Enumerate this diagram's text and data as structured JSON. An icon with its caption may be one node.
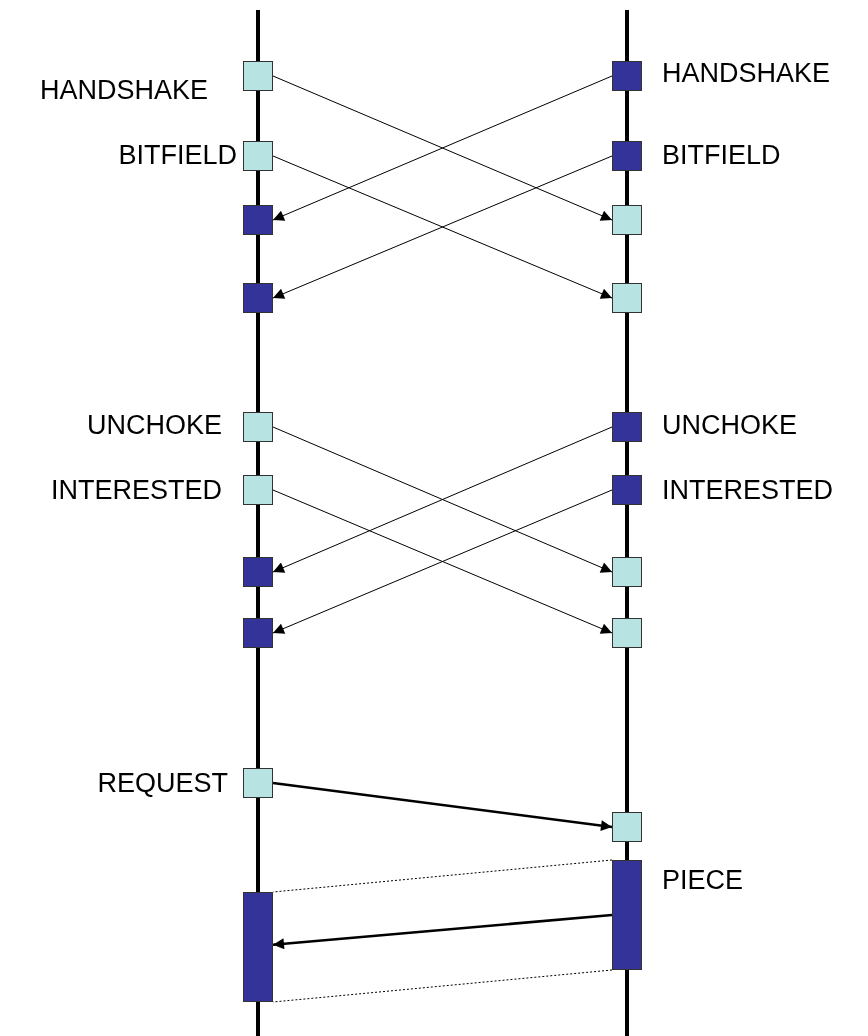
{
  "diagram": {
    "nodes": [
      {
        "text": [],
        "shape": "box",
        "beside": [
          "HANDSHAKE"
        ]
      },
      {
        "text": [],
        "shape": "box",
        "beside": [
          "HANDSHAKE"
        ]
      },
      {
        "text": [],
        "shape": "box",
        "beside": [
          "BITFIELD"
        ]
      },
      {
        "text": [],
        "shape": "box",
        "beside": [
          "BITFIELD"
        ]
      },
      {
        "text": [],
        "shape": "box"
      },
      {
        "text": [],
        "shape": "box"
      },
      {
        "text": [],
        "shape": "box"
      },
      {
        "text": [],
        "shape": "box"
      },
      {
        "text": [],
        "shape": "box",
        "beside": [
          "UNCHOKE"
        ]
      },
      {
        "text": [],
        "shape": "box",
        "beside": [
          "UNCHOKE"
        ]
      },
      {
        "text": [],
        "shape": "box",
        "beside": [
          "INTERESTED"
        ]
      },
      {
        "text": [],
        "shape": "box",
        "beside": [
          "INTERESTED"
        ]
      },
      {
        "text": [],
        "shape": "box"
      },
      {
        "text": [],
        "shape": "box"
      },
      {
        "text": [],
        "shape": "box"
      },
      {
        "text": [],
        "shape": "box"
      },
      {
        "text": [],
        "shape": "box",
        "beside": [
          "REQUEST"
        ]
      },
      {
        "text": [],
        "shape": "box"
      },
      {
        "text": [],
        "shape": "bar",
        "beside": [
          "PIECE"
        ]
      },
      {
        "text": [],
        "shape": "bar"
      }
    ],
    "edges": [
      {
        "from": 0,
        "to": 5,
        "arrow": "to"
      },
      {
        "from": 1,
        "to": 4,
        "arrow": "to"
      },
      {
        "from": 2,
        "to": 7,
        "arrow": "to"
      },
      {
        "from": 3,
        "to": 6,
        "arrow": "to"
      },
      {
        "from": 8,
        "to": 13,
        "arrow": "to"
      },
      {
        "from": 9,
        "to": 12,
        "arrow": "to"
      },
      {
        "from": 10,
        "to": 15,
        "arrow": "to"
      },
      {
        "from": 11,
        "to": 14,
        "arrow": "to"
      },
      {
        "from": 16,
        "to": 17,
        "arrow": "to",
        "style": "thick"
      },
      {
        "from": 18,
        "to": 19,
        "arrow": "to",
        "style": "thick"
      },
      {
        "from": 18,
        "to": 19,
        "arrow": "none",
        "style": "dashed"
      },
      {
        "from": 18,
        "to": 19,
        "arrow": "none",
        "style": "dashed"
      }
    ]
  }
}
